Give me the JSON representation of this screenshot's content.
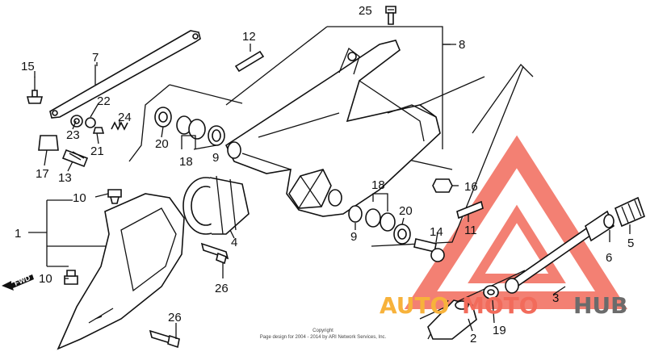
{
  "callouts": [
    "1",
    "2",
    "3",
    "4",
    "5",
    "6",
    "7",
    "8",
    "9",
    "9",
    "10",
    "10",
    "11",
    "12",
    "13",
    "14",
    "15",
    "16",
    "17",
    "18",
    "18",
    "19",
    "20",
    "20",
    "21",
    "22",
    "23",
    "24",
    "25",
    "26",
    "26"
  ],
  "fwd_label": "FWD",
  "copyright": {
    "line1": "Copyright",
    "line2": "Page design for 2004 - 2014 by ARI Network Services, Inc."
  },
  "watermark": {
    "part1": "AUTO",
    "part2": "MOTO",
    "part3": "HUB",
    "color_red": "#f26b5b",
    "color_orange": "#f7b23b",
    "color_gray": "#6b6b6b"
  }
}
